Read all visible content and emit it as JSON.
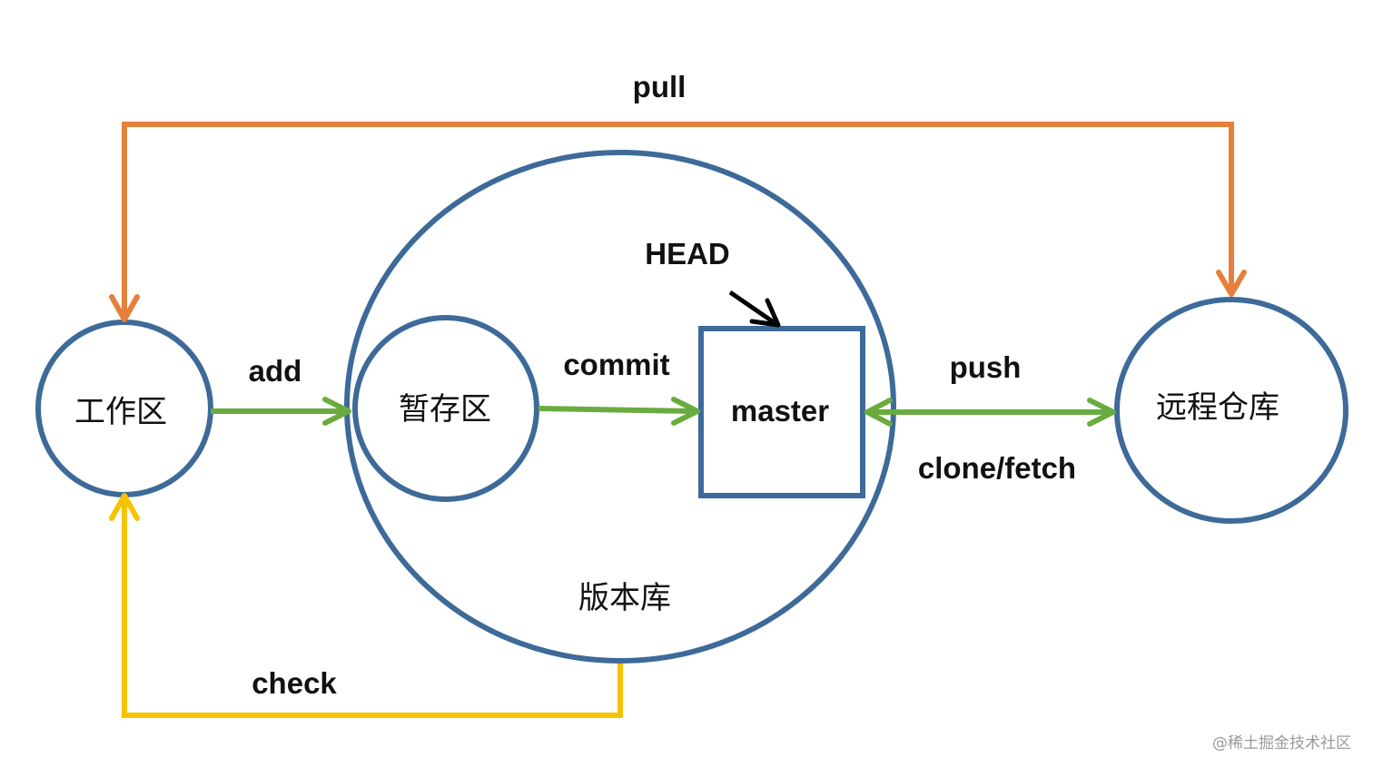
{
  "nodes": {
    "workspace": "工作区",
    "staging": "暂存区",
    "repository": "版本库",
    "branch": "master",
    "pointer": "HEAD",
    "remote": "远程仓库"
  },
  "edges": {
    "add": "add",
    "commit": "commit",
    "push": "push",
    "clone_fetch": "clone/fetch",
    "pull": "pull",
    "check": "check"
  },
  "watermark": "@稀土掘金技术社区",
  "colors": {
    "node_stroke": "#3d6a99",
    "green_arrow": "#6aab3f",
    "pull_arrow": "#e5803a",
    "check_arrow": "#f5c300",
    "head_arrow": "#000000",
    "text": "#111111"
  }
}
